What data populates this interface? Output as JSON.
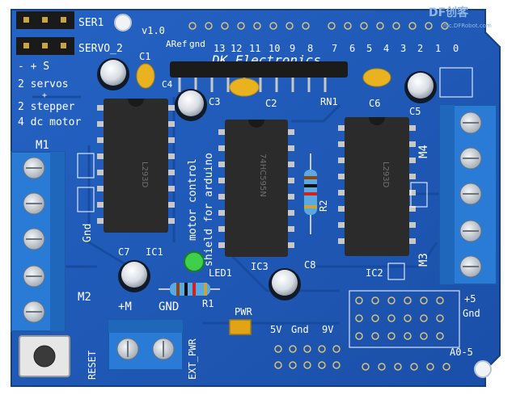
{
  "board": {
    "version": "v1.0",
    "brand": "DK Electronics",
    "title_line1": "motor control",
    "title_line2": "shield for arduino",
    "colors": {
      "pcb": "#1f5ab8",
      "pcb_dark": "#163f8a",
      "terminal": "#2a7bd6",
      "silk": "#ffffff",
      "chip": "#2b2b2b",
      "cap_yellow": "#e9b21f"
    }
  },
  "headers": {
    "ser1": "SER1",
    "servo2": "SERVO_2",
    "pin_sign": "- + S",
    "aref": "ARef",
    "gnd": "gnd",
    "digital_pins": [
      "13",
      "12",
      "11",
      "10",
      "9",
      "8",
      "7",
      "6",
      "5",
      "4",
      "3",
      "2",
      "1",
      "0"
    ]
  },
  "features": [
    "2 servos",
    "+",
    "2 stepper",
    "4 dc motor"
  ],
  "labels": {
    "m1": "M1",
    "m2": "M2",
    "m3": "M3",
    "m4": "M4",
    "gnd_side": "Gnd",
    "plus_m": "+M",
    "gnd_bottom": "GND",
    "ext_pwr": "EXT_PWR",
    "reset": "RESET",
    "pwr": "PWR",
    "v5": "5V",
    "gnd_mid": "Gnd",
    "v9": "9V",
    "plus5": "+5",
    "gnd_right": "Gnd",
    "a0_5": "A0-5"
  },
  "components": {
    "c1": "C1",
    "c2": "C2",
    "c3": "C3",
    "c4": "C4",
    "c5": "C5",
    "c6": "C6",
    "c7": "C7",
    "c8": "C8",
    "ic1": "IC1",
    "ic2": "IC2",
    "ic3": "IC3",
    "r1": "R1",
    "r2": "R2",
    "rn1": "RN1",
    "led1": "LED1"
  },
  "chip_markings": [
    "L293D",
    "74HC595N",
    "L293D"
  ],
  "watermark": {
    "brand": "DF创客",
    "site": "mc.DFRobot.com"
  }
}
